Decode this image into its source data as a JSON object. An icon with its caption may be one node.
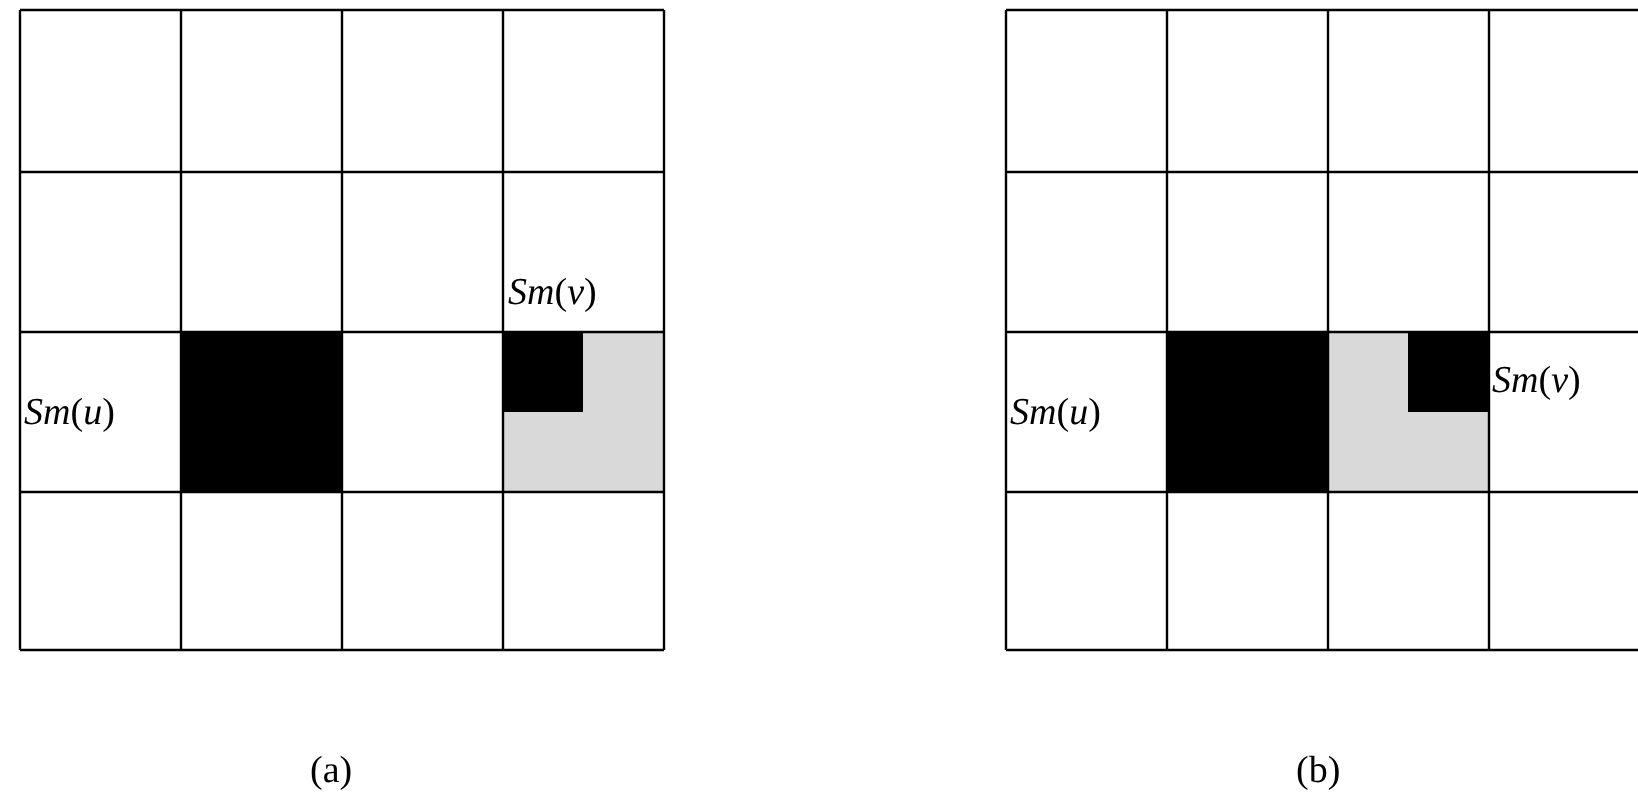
{
  "diagram": {
    "labels": [
      "*Sm*(*v*)",
      "*Sm*(*u*)",
      "(a)",
      "*Sm*(*u*)",
      "*Sm*(*v*)",
      "(b)"
    ]
  }
}
